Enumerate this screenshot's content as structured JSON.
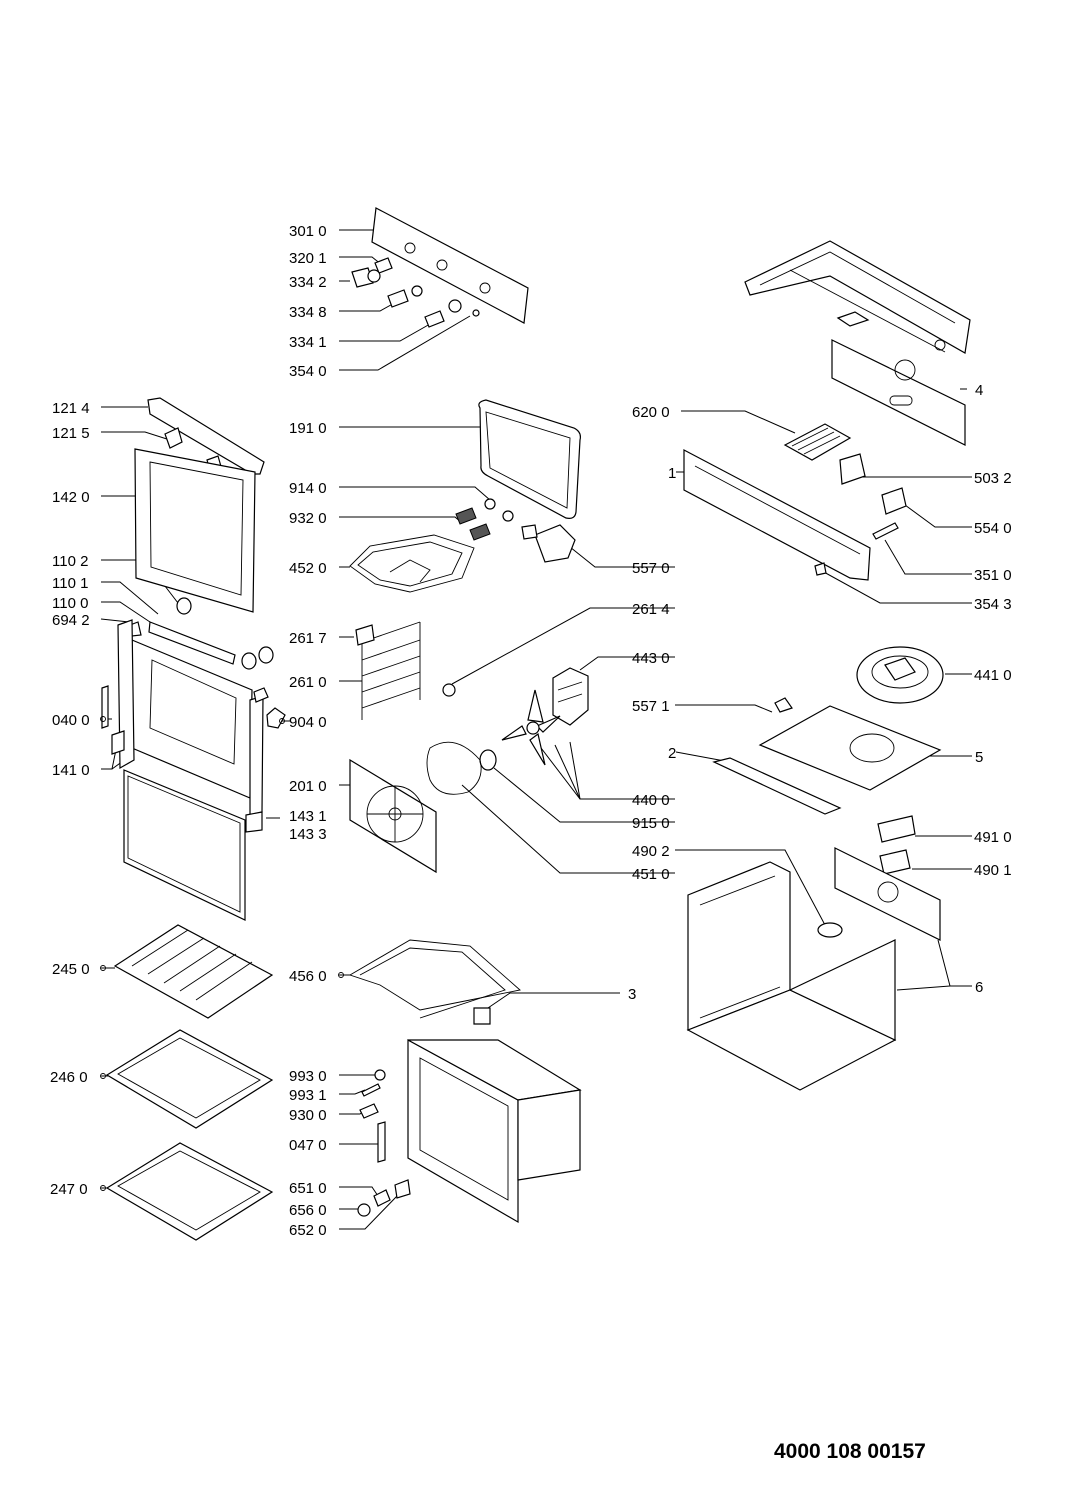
{
  "labels": {
    "l3010": "301 0",
    "l3201": "320 1",
    "l3342": "334 2",
    "l3348": "334 8",
    "l3341": "334 1",
    "l3540": "354 0",
    "l1214": "121 4",
    "l1215": "121 5",
    "l1420": "142 0",
    "l1102": "110 2",
    "l1101": "110 1",
    "l1100": "110 0",
    "l6942": "694 2",
    "l0400": "040 0",
    "l1410": "141 0",
    "l1910": "191 0",
    "l9140": "914 0",
    "l9320": "932 0",
    "l4520": "452 0",
    "l2617": "261 7",
    "l2610": "261 0",
    "l9040": "904 0",
    "l2010": "201 0",
    "l1431": "143 1",
    "l1433": "143 3",
    "l5570": "557 0",
    "l2614": "261 4",
    "l4430": "443 0",
    "l4400": "440 0",
    "l9150": "915 0",
    "l4510": "451 0",
    "l6200": "620 0",
    "l4": "4",
    "l1": "1",
    "l5032": "503 2",
    "l5540": "554 0",
    "l3510": "351 0",
    "l3543": "354 3",
    "l4410": "441 0",
    "l5571": "557 1",
    "l2": "2",
    "l5": "5",
    "l4910": "491 0",
    "l4902": "490 2",
    "l4901": "490 1",
    "l6": "6",
    "l3": "3",
    "l2450": "245 0",
    "l2460": "246 0",
    "l2470": "247 0",
    "l4560": "456 0",
    "l9930": "993 0",
    "l9931": "993 1",
    "l9300": "930 0",
    "l0470": "047 0",
    "l6510": "651 0",
    "l6560": "656 0",
    "l6520": "652 0"
  },
  "document_number": "4000 108 00157"
}
